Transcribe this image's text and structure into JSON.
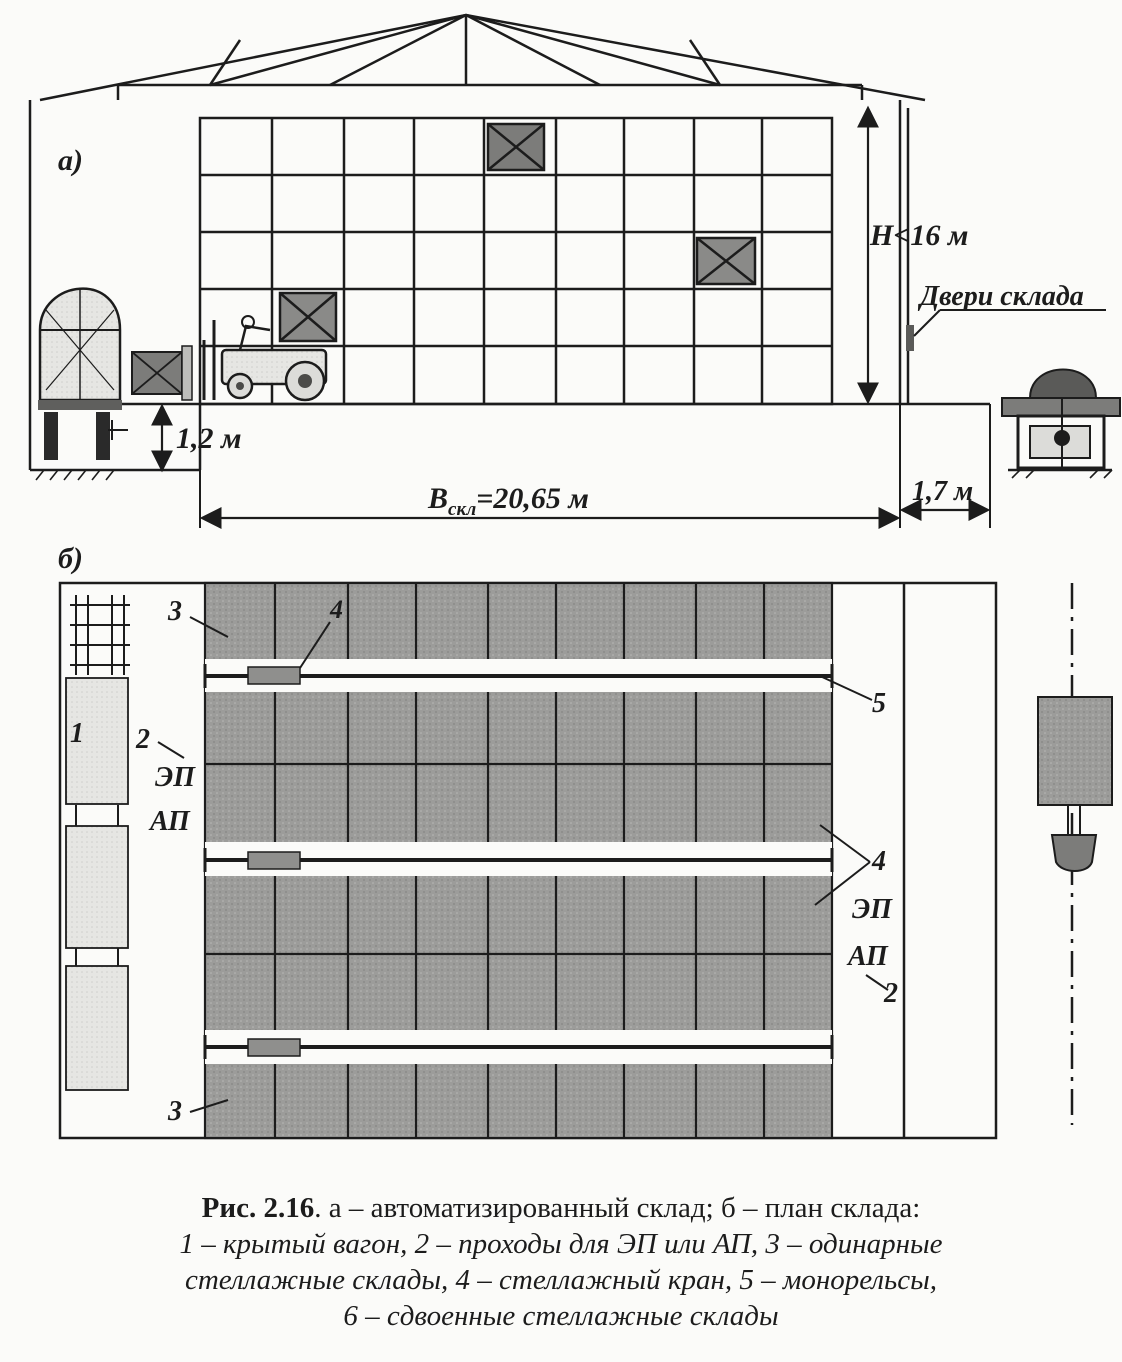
{
  "part_a": {
    "label": "а)",
    "height_label": "H<16 м",
    "door_label": "Двери склада",
    "platform_label": "1,2 м",
    "width_label_main": "B",
    "width_label_sub": "скл",
    "width_label_value": "=20,65 м",
    "offset_label": "1,7 м"
  },
  "part_b": {
    "label": "б)",
    "label_1": "1",
    "label_2_left": "2",
    "label_ep_left": "ЭП",
    "label_ap_left": "АП",
    "label_3_top": "3",
    "label_3_bottom": "3",
    "label_4_top": "4",
    "label_4_right": "4",
    "label_5": "5",
    "label_ep_right": "ЭП",
    "label_ap_right": "АП",
    "label_2_right": "2"
  },
  "caption": {
    "prefix": "Рис. ",
    "number": "2.16",
    "title": ". а – автоматизированный склад; б – план склада:",
    "line2": "1 – крытый вагон, 2 – проходы для ЭП или АП, 3 – одинарные",
    "line3": "стеллажные склады, 4 – стеллажный кран, 5 – монорельсы,",
    "line4": "6 – сдвоенные стеллажные склады"
  }
}
